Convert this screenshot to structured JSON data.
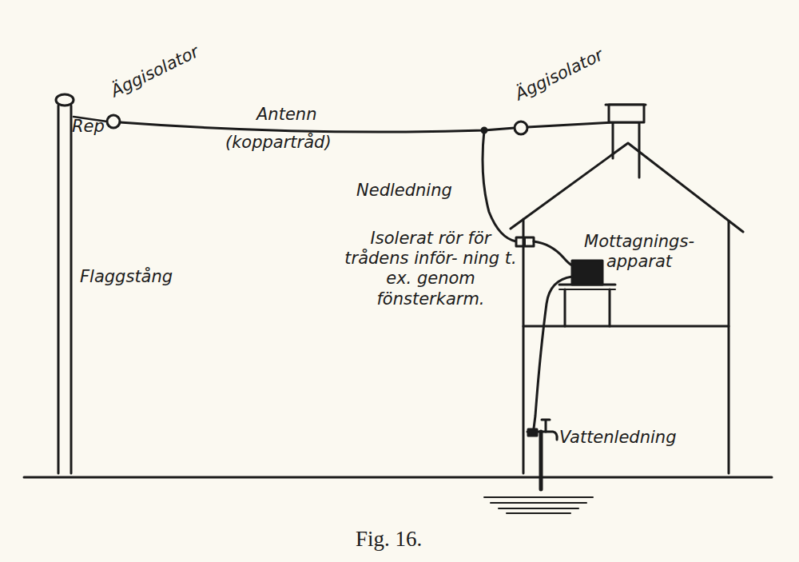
{
  "diagram": {
    "caption": "Fig. 16.",
    "labels": [
      "Äggisolator",
      "Äggisolator",
      "Rep",
      "Antenn",
      "(koppartråd)",
      "Nedledning",
      "Isolerat rör för trådens inför- ning t. ex. genom fönsterkarm.",
      "Flaggstång",
      "Mottagnings- apparat",
      "Vattenledning"
    ]
  }
}
